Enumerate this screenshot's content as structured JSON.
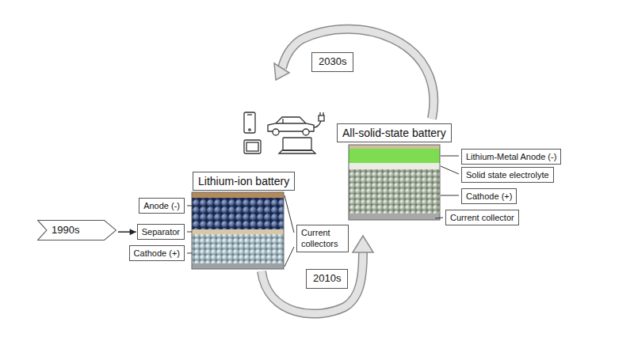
{
  "diagram": {
    "nodes": [
      {
        "text": [
          "2030s"
        ]
      },
      {
        "text": [
          "All-solid-state battery"
        ]
      },
      {
        "text": [
          "Lithium-Metal Anode (-)"
        ]
      },
      {
        "text": [
          "Solid state electrolyte"
        ]
      },
      {
        "text": [
          "Cathode (+)"
        ]
      },
      {
        "text": [
          "Current collector"
        ]
      },
      {
        "text": [
          "Lithium-ion battery"
        ]
      },
      {
        "text": [
          "Anode (-)"
        ]
      },
      {
        "text": [
          "1990s"
        ]
      },
      {
        "text": [
          "Separator"
        ]
      },
      {
        "text": [
          "Cathode (+)"
        ]
      },
      {
        "text": [
          "Current collectors"
        ]
      },
      {
        "text": [
          "2010s"
        ]
      }
    ],
    "edges": [
      {
        "from": 8,
        "to": 9,
        "arrow": "to"
      }
    ]
  }
}
